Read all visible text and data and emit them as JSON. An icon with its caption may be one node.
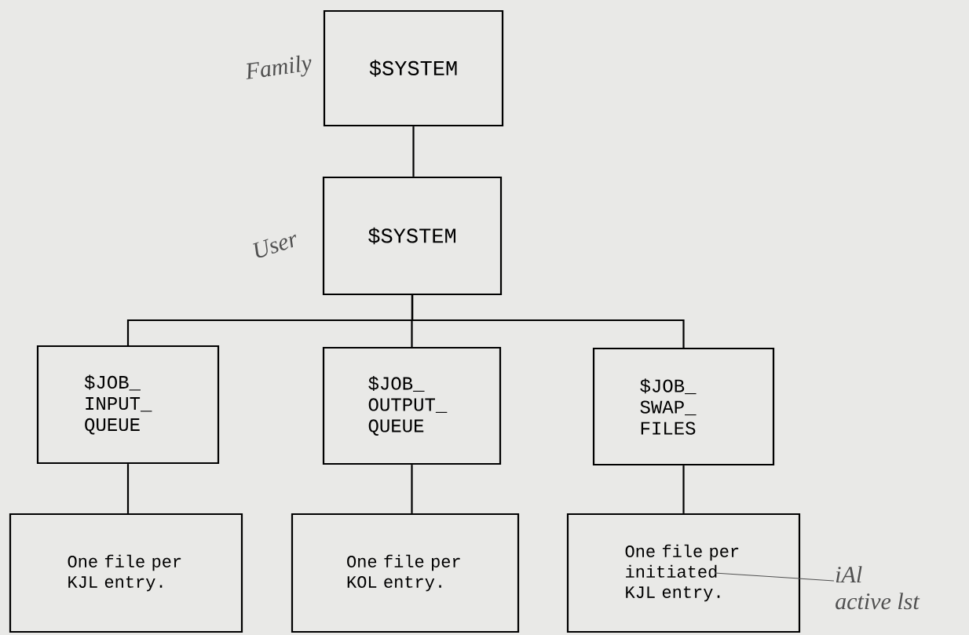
{
  "diagram": {
    "nodes": [
      {
        "text": [
          "$SYSTEM"
        ],
        "beside": [
          "Family"
        ]
      },
      {
        "text": [
          "$SYSTEM"
        ],
        "beside": [
          "User"
        ]
      },
      {
        "text": [
          "$JOB_ INPUT_ QUEUE"
        ]
      },
      {
        "text": [
          "$JOB_ OUTPUT_ QUEUE"
        ]
      },
      {
        "text": [
          "$JOB_ SWAP_ FILES"
        ]
      },
      {
        "text": [
          "One file per KJL entry."
        ]
      },
      {
        "text": [
          "One file per KOL entry."
        ]
      },
      {
        "text": [
          "One file per initiated KJL entry."
        ]
      },
      {
        "text": [
          "iAl",
          "active lst"
        ]
      }
    ],
    "edges": [
      {
        "from": 0,
        "to": 1,
        "arrow": "none"
      },
      {
        "from": 1,
        "to": 2,
        "arrow": "none"
      },
      {
        "from": 1,
        "to": 3,
        "arrow": "none"
      },
      {
        "from": 1,
        "to": 4,
        "arrow": "none"
      },
      {
        "from": 2,
        "to": 5,
        "arrow": "none"
      },
      {
        "from": 3,
        "to": 6,
        "arrow": "none"
      },
      {
        "from": 4,
        "to": 7,
        "arrow": "none"
      },
      {
        "from": 7,
        "to": 8,
        "arrow": "none"
      }
    ]
  }
}
